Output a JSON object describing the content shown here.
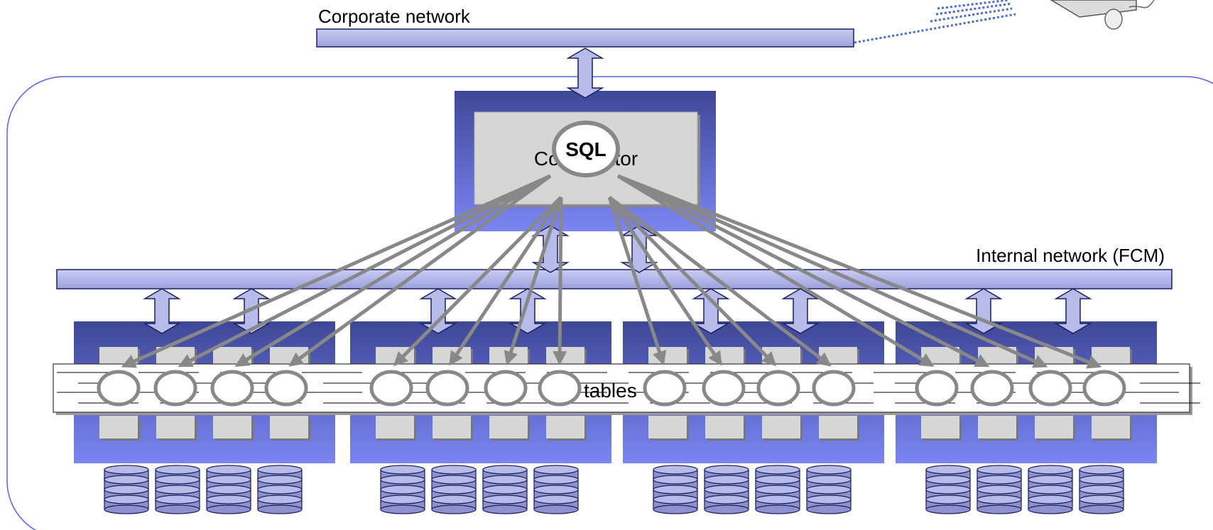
{
  "labels": {
    "corporate_network": "Corporate network",
    "coordinator": "Coordinator",
    "sql": "SQL",
    "internal_network": "Internal network (FCM)",
    "tables": "tables"
  },
  "layout": {
    "node_groups": 4,
    "cpus_per_group": 4,
    "disks_per_group": 4,
    "sql_agents": 16
  },
  "colors": {
    "bar_fill": "#b7bbea",
    "bar_stroke": "#1c1f5a",
    "node_dark": "#3e4796",
    "node_light": "#7b86f2",
    "cell_fill": "#d6d6d6",
    "arrow_gray": "#888888",
    "frame_stroke": "#5964e0",
    "disk_fill": "#8d92cf"
  }
}
